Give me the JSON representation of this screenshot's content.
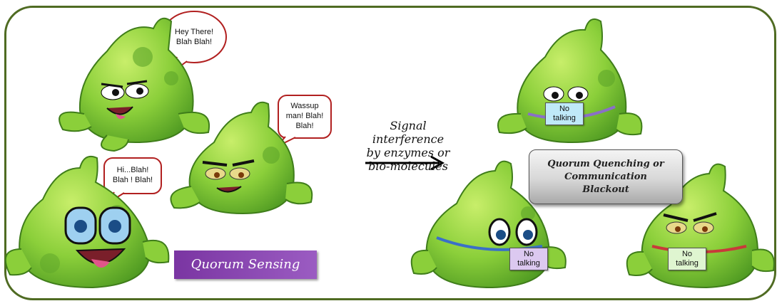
{
  "bubbles": {
    "top": [
      "Hey There!",
      "Blah Blah!"
    ],
    "middle": [
      "Wassup",
      "man! Blah!",
      "Blah!"
    ],
    "left": [
      "Hi...Blah!",
      "Blah ! Blah!"
    ]
  },
  "signal_text": [
    "Signal",
    "interference",
    "by enzymes or",
    "bio-molecules"
  ],
  "quorum_sensing_label": "Quorum Sensing",
  "quorum_quenching_label": [
    "Quorum Quenching or",
    "Communication",
    "Blackout"
  ],
  "no_talking_tags": [
    {
      "line1": "No",
      "line2": "talking",
      "color": "#bfe9f8"
    },
    {
      "line1": "No",
      "line2": "talking",
      "color": "#dcc9f0"
    },
    {
      "line1": "No",
      "line2": "talking",
      "color": "#dff5d0"
    }
  ],
  "colors": {
    "frame": "#4f6b22",
    "bacteria_body": "#8bcf3a",
    "bacteria_spots": "#5ea52a",
    "bubble_border": "#b12020",
    "quorum_sensing_banner": "#8a45b2"
  }
}
